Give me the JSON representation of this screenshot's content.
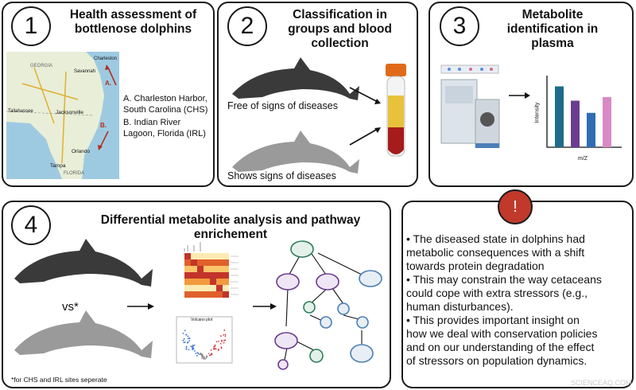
{
  "panels": [
    {
      "number": "1",
      "title_lines": [
        "Health assessment of",
        "bottlenose dolphins"
      ]
    },
    {
      "number": "2",
      "title_lines": [
        "Classification in",
        "groups and blood",
        "collection"
      ]
    },
    {
      "number": "3",
      "title_lines": [
        "Metabolite",
        "identification in",
        "plasma"
      ]
    },
    {
      "number": "4",
      "title_lines": [
        "Differential metabolite analysis and pathway",
        "enrichement"
      ]
    }
  ],
  "map": {
    "marker_a": "A.",
    "marker_b": "B.",
    "place_labels": [
      "Charleston",
      "Savannah",
      "GEORGIA",
      "Jacksonville",
      "Orlando",
      "Tampa",
      "FLORIDA",
      "Tallahassee"
    ],
    "legend": [
      "A. Charleston Harbor,",
      "South Carolina (CHS)",
      "B. Indian River",
      "Lagoon, Florida (IRL)"
    ]
  },
  "groups": {
    "healthy": "Free of signs of diseases",
    "diseased": "Shows signs of diseases"
  },
  "plot3": {
    "ylabel": "Intensity",
    "xlabel": "m/Z",
    "bars": [
      85,
      65,
      48,
      70
    ],
    "bar_colors": [
      "#1f6b8a",
      "#6a3d8f",
      "#2f6db5",
      "#d98ac6"
    ]
  },
  "panel4": {
    "vs": "vs*",
    "footnote": "*for CHS and IRL sites seperate",
    "heatmap_title": "",
    "volcano_title": "Volcano plot"
  },
  "conclusion": {
    "alert_symbol": "!",
    "bullets": [
      "• The diseased state in dolphins had metabolic consequences with a shift towards protein degradation",
      "• This may constrain the way cetaceans could cope with extra stressors (e.g., human disturbances).",
      "• This provides important insight on how we deal with conservation policies and on our understanding of the effect of stressors on population dynamics."
    ],
    "bullet_lines": [
      [
        "• The diseased state in dolphins had",
        "metabolic consequences with a shift",
        "towards protein degradation"
      ],
      [
        "• This may constrain the way cetaceans",
        "could cope with extra stressors (e.g.,",
        "human disturbances)."
      ],
      [
        "• This provides important insight on",
        "how we deal with conservation policies",
        "and on our understanding of the effect",
        "of stressors on population dynamics."
      ]
    ]
  },
  "watermark": "SCIENCEAQ.COM",
  "colors": {
    "accent_red": "#c0392b",
    "dolphin_dark": "#3a3a3a",
    "dolphin_light": "#9a9a9a",
    "node_green": "#2e7d5b",
    "node_purple": "#6a3d8f",
    "node_blue": "#4a7fb5"
  }
}
